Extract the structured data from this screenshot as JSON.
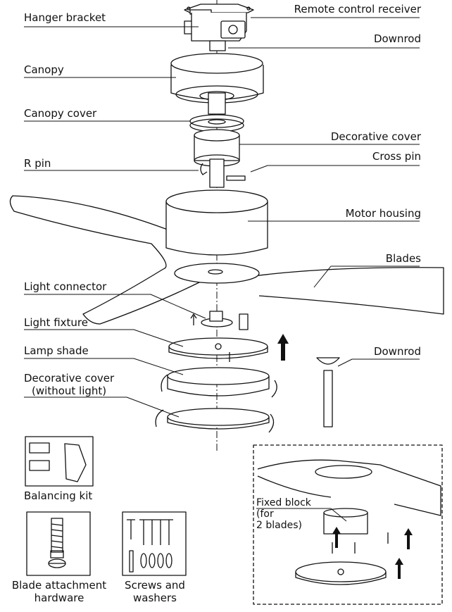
{
  "labels": {
    "hanger_bracket": "Hanger bracket",
    "remote_receiver": "Remote control receiver",
    "downrod_top": "Downrod",
    "canopy": "Canopy",
    "canopy_cover": "Canopy cover",
    "decorative_cover": "Decorative cover",
    "r_pin": "R pin",
    "cross_pin": "Cross pin",
    "motor_housing": "Motor housing",
    "blades": "Blades",
    "light_connector": "Light connector",
    "light_fixture": "Light fixture",
    "lamp_shade": "Lamp shade",
    "downrod_side": "Downrod",
    "decorative_cover_no_light": "Decorative cover\n(without light)",
    "balancing_kit": "Balancing kit",
    "blade_attachment_hardware": "Blade attachment\nhardware",
    "screws_and_washers": "Screws and\nwashers",
    "fixed_block": "Fixed block\n(for\n2 blades)"
  }
}
